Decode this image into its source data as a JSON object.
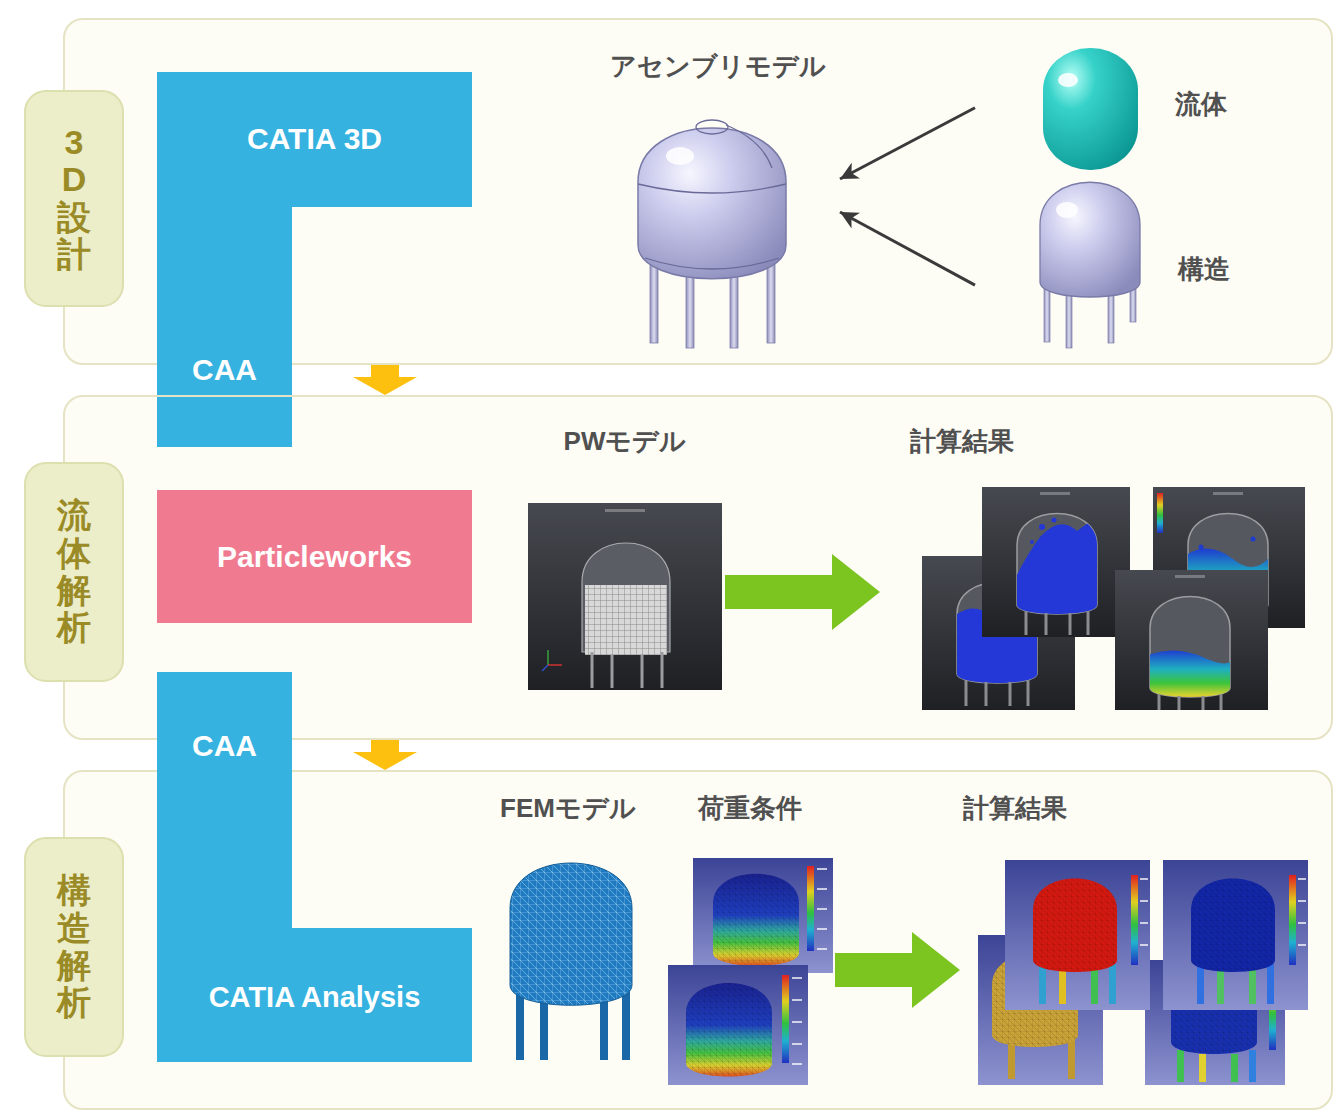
{
  "diagram": {
    "nodes": [
      {
        "text": [
          "3D設計"
        ]
      },
      {
        "text": [
          "CATIA 3D",
          "CAA"
        ]
      },
      {
        "text": [
          "アセンブリモデル"
        ],
        "in": 0
      },
      {
        "text": [
          "流体"
        ],
        "in": 0
      },
      {
        "text": [
          "構造"
        ],
        "in": 0
      },
      {
        "text": [
          "流体解析"
        ]
      },
      {
        "text": [
          "Particleworks"
        ],
        "in": 5
      },
      {
        "text": [
          "PWモデル"
        ],
        "in": 5
      },
      {
        "text": [
          "計算結果"
        ],
        "in": 5
      },
      {
        "text": [
          "構造解析"
        ]
      },
      {
        "text": [
          "CAA",
          "CATIA Analysis"
        ]
      },
      {
        "text": [
          "FEMモデル"
        ],
        "in": 9
      },
      {
        "text": [
          "荷重条件"
        ],
        "in": 9
      },
      {
        "text": [
          "計算結果"
        ],
        "in": 9
      }
    ],
    "edges": [
      {
        "from": 0,
        "to": 5,
        "arrow": "to"
      },
      {
        "from": 5,
        "to": 9,
        "arrow": "to"
      },
      {
        "from": 3,
        "to": 2,
        "arrow": "to"
      },
      {
        "from": 4,
        "to": 2,
        "arrow": "to"
      },
      {
        "from": 7,
        "to": 8,
        "arrow": "to"
      },
      {
        "from": 12,
        "to": 13,
        "arrow": "to"
      }
    ]
  }
}
